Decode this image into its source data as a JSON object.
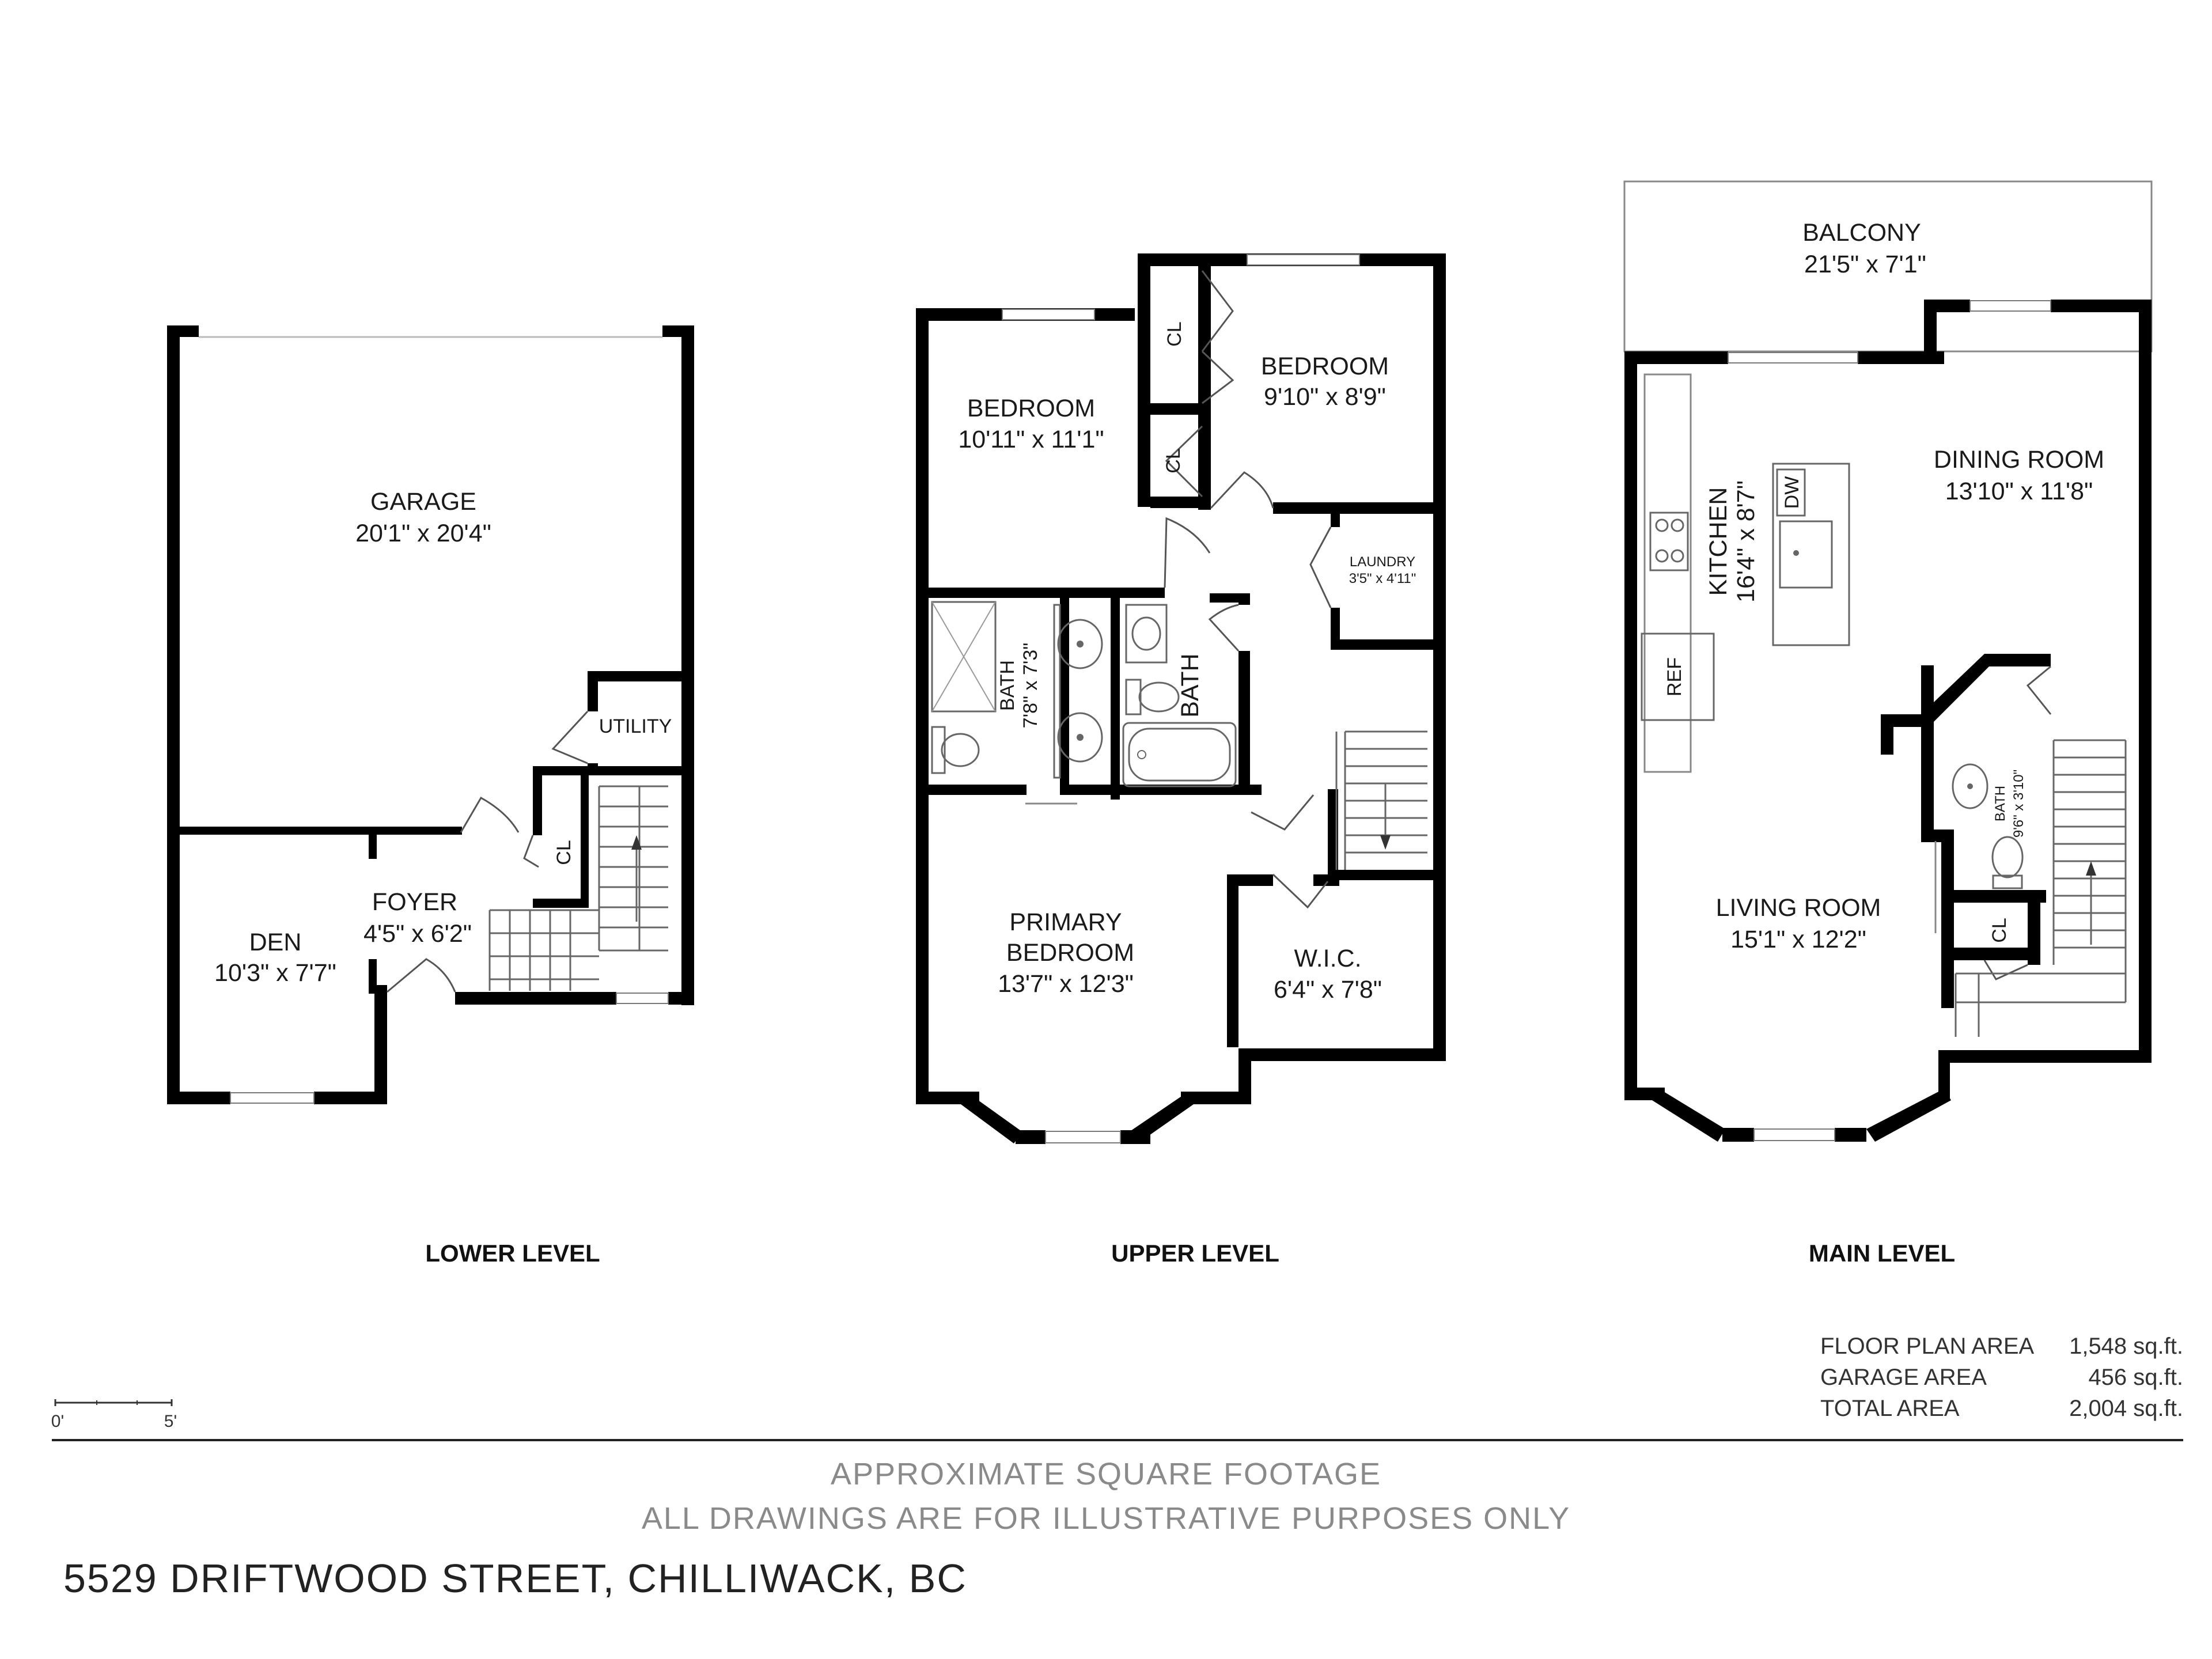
{
  "levels": {
    "lower": {
      "label": "LOWER LEVEL",
      "rooms": {
        "garage": {
          "name": "GARAGE",
          "dims": "20'1\" x 20'4\""
        },
        "utility": {
          "name": "UTILITY"
        },
        "cl": {
          "name": "CL"
        },
        "foyer": {
          "name": "FOYER",
          "dims": "4'5\" x 6'2\""
        },
        "den": {
          "name": "DEN",
          "dims": "10'3\" x 7'7\""
        }
      }
    },
    "upper": {
      "label": "UPPER LEVEL",
      "rooms": {
        "bedroom1": {
          "name": "BEDROOM",
          "dims": "10'11\" x 11'1\""
        },
        "bedroom2": {
          "name": "BEDROOM",
          "dims": "9'10\" x 8'9\""
        },
        "cl1": {
          "name": "CL"
        },
        "cl2": {
          "name": "CL"
        },
        "laundry": {
          "name": "LAUNDRY",
          "dims": "3'5\" x 4'11\""
        },
        "ensuite": {
          "name": "BATH",
          "dims": "7'8\" x 7'3\""
        },
        "bath": {
          "name": "BATH"
        },
        "primary": {
          "name1": "PRIMARY",
          "name2": "BEDROOM",
          "dims": "13'7\" x 12'3\""
        },
        "wic": {
          "name": "W.I.C.",
          "dims": "6'4\" x 7'8\""
        }
      }
    },
    "main": {
      "label": "MAIN  LEVEL",
      "rooms": {
        "balcony": {
          "name": "BALCONY",
          "dims": "21'5\" x 7'1\""
        },
        "kitchen": {
          "name": "KITCHEN",
          "dims": "16'4\" x 8'7\""
        },
        "dw": {
          "name": "DW"
        },
        "ref": {
          "name": "REF"
        },
        "dining": {
          "name": "DINING ROOM",
          "dims": "13'10\" x 11'8\""
        },
        "bath": {
          "name": "BATH",
          "dims": "9'6\" x 3'10\""
        },
        "cl": {
          "name": "CL"
        },
        "living": {
          "name": "LIVING ROOM",
          "dims": "15'1\" x 12'2\""
        }
      }
    }
  },
  "areas": [
    {
      "label": "FLOOR PLAN AREA",
      "value": "1,548 sq.ft."
    },
    {
      "label": "GARAGE AREA",
      "value": "456 sq.ft."
    },
    {
      "label": "TOTAL AREA",
      "value": "2,004 sq.ft."
    }
  ],
  "scale": {
    "start": "0'",
    "end": "5'"
  },
  "disclaimer": {
    "line1": "APPROXIMATE SQUARE FOOTAGE",
    "line2": "ALL DRAWINGS ARE FOR ILLUSTRATIVE PURPOSES ONLY"
  },
  "address": "5529 DRIFTWOOD STREET, CHILLIWACK, BC"
}
